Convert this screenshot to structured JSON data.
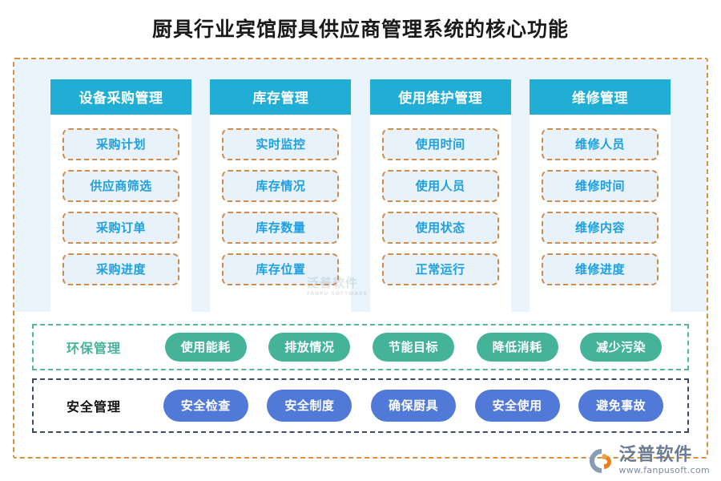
{
  "title": "厨具行业宾馆厨具供应商管理系统的核心功能",
  "colors": {
    "header_blue": "#21aed4",
    "panel_bg": "#e9f4fc",
    "item_fill": "#e7f2fb",
    "item_border": "#d08a49",
    "item_text": "#1e9fe0",
    "outer_border": "#d98f3f",
    "env_green": "#45b39a",
    "safety_blue": "#5179d8",
    "safety_border": "#3b4a66"
  },
  "columns": [
    {
      "header": "设备采购管理",
      "items": [
        "采购计划",
        "供应商筛选",
        "采购订单",
        "采购进度"
      ]
    },
    {
      "header": "库存管理",
      "items": [
        "实时监控",
        "库存情况",
        "库存数量",
        "库存位置"
      ]
    },
    {
      "header": "使用维护管理",
      "items": [
        "使用时间",
        "使用人员",
        "使用状态",
        "正常运行"
      ]
    },
    {
      "header": "维修管理",
      "items": [
        "维修人员",
        "维修时间",
        "维修内容",
        "维修进度"
      ]
    }
  ],
  "bands": [
    {
      "label": "环保管理",
      "items": [
        "使用能耗",
        "排放情况",
        "节能目标",
        "降低消耗",
        "减少污染"
      ]
    },
    {
      "label": "安全管理",
      "items": [
        "安全检查",
        "安全制度",
        "确保厨具",
        "安全使用",
        "避免事故"
      ]
    }
  ],
  "watermark": {
    "name": "泛普软件",
    "sub": "FANPU SOFTWARE"
  },
  "logo": {
    "name": "泛普软件",
    "url": "www.fanpusoft.com"
  }
}
